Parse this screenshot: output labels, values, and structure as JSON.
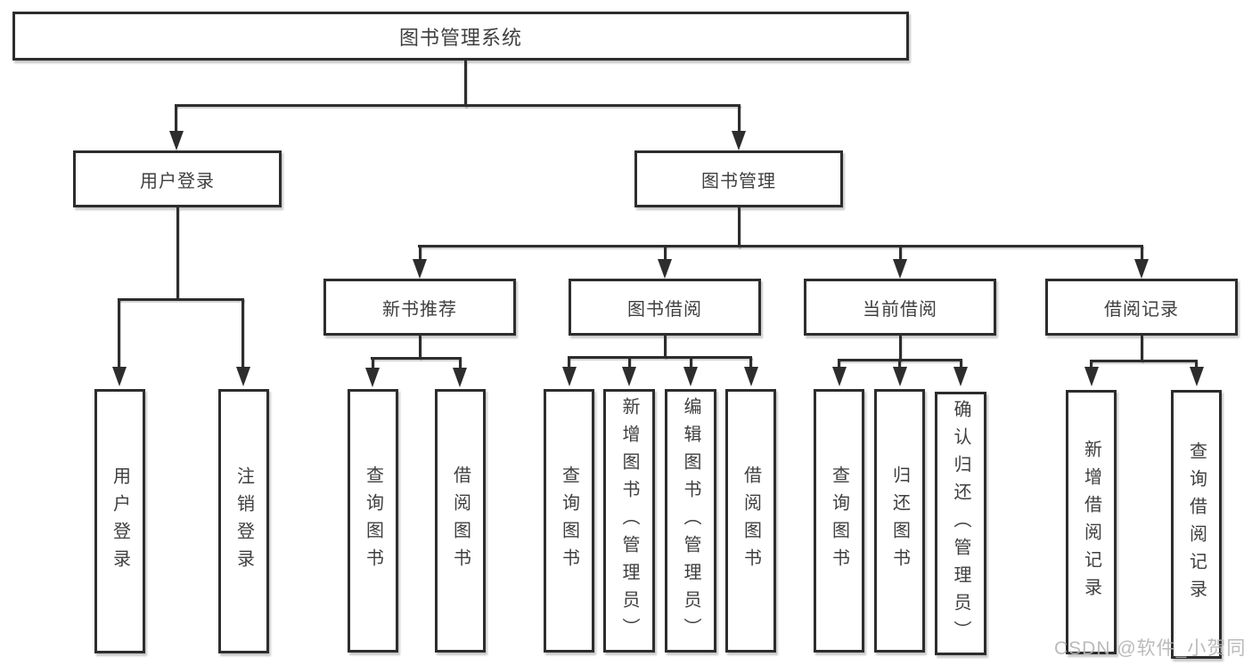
{
  "chart": {
    "root_label": "图书管理系统",
    "branches": [
      {
        "label": "用户登录",
        "leaves": [
          "用户登录",
          "注销登录"
        ]
      },
      {
        "label": "图书管理",
        "groups": [
          {
            "label": "新书推荐",
            "leaves": [
              "查询图书",
              "借阅图书"
            ]
          },
          {
            "label": "图书借阅",
            "leaves": [
              "查询图书",
              "新增图书（管理员）",
              "编辑图书（管理员）",
              "借阅图书"
            ]
          },
          {
            "label": "当前借阅",
            "leaves": [
              "查询图书",
              "归还图书",
              "确认归还（管理员）"
            ]
          },
          {
            "label": "借阅记录",
            "leaves": [
              "新增借阅记录",
              "查询借阅记录"
            ]
          }
        ]
      }
    ]
  },
  "colors": {
    "line": "#2d2d2d",
    "text": "#3f3f3f",
    "watermark": "#b4b4b4",
    "background": "#ffffff"
  },
  "watermark": "CSDN @软件_小贺同学"
}
